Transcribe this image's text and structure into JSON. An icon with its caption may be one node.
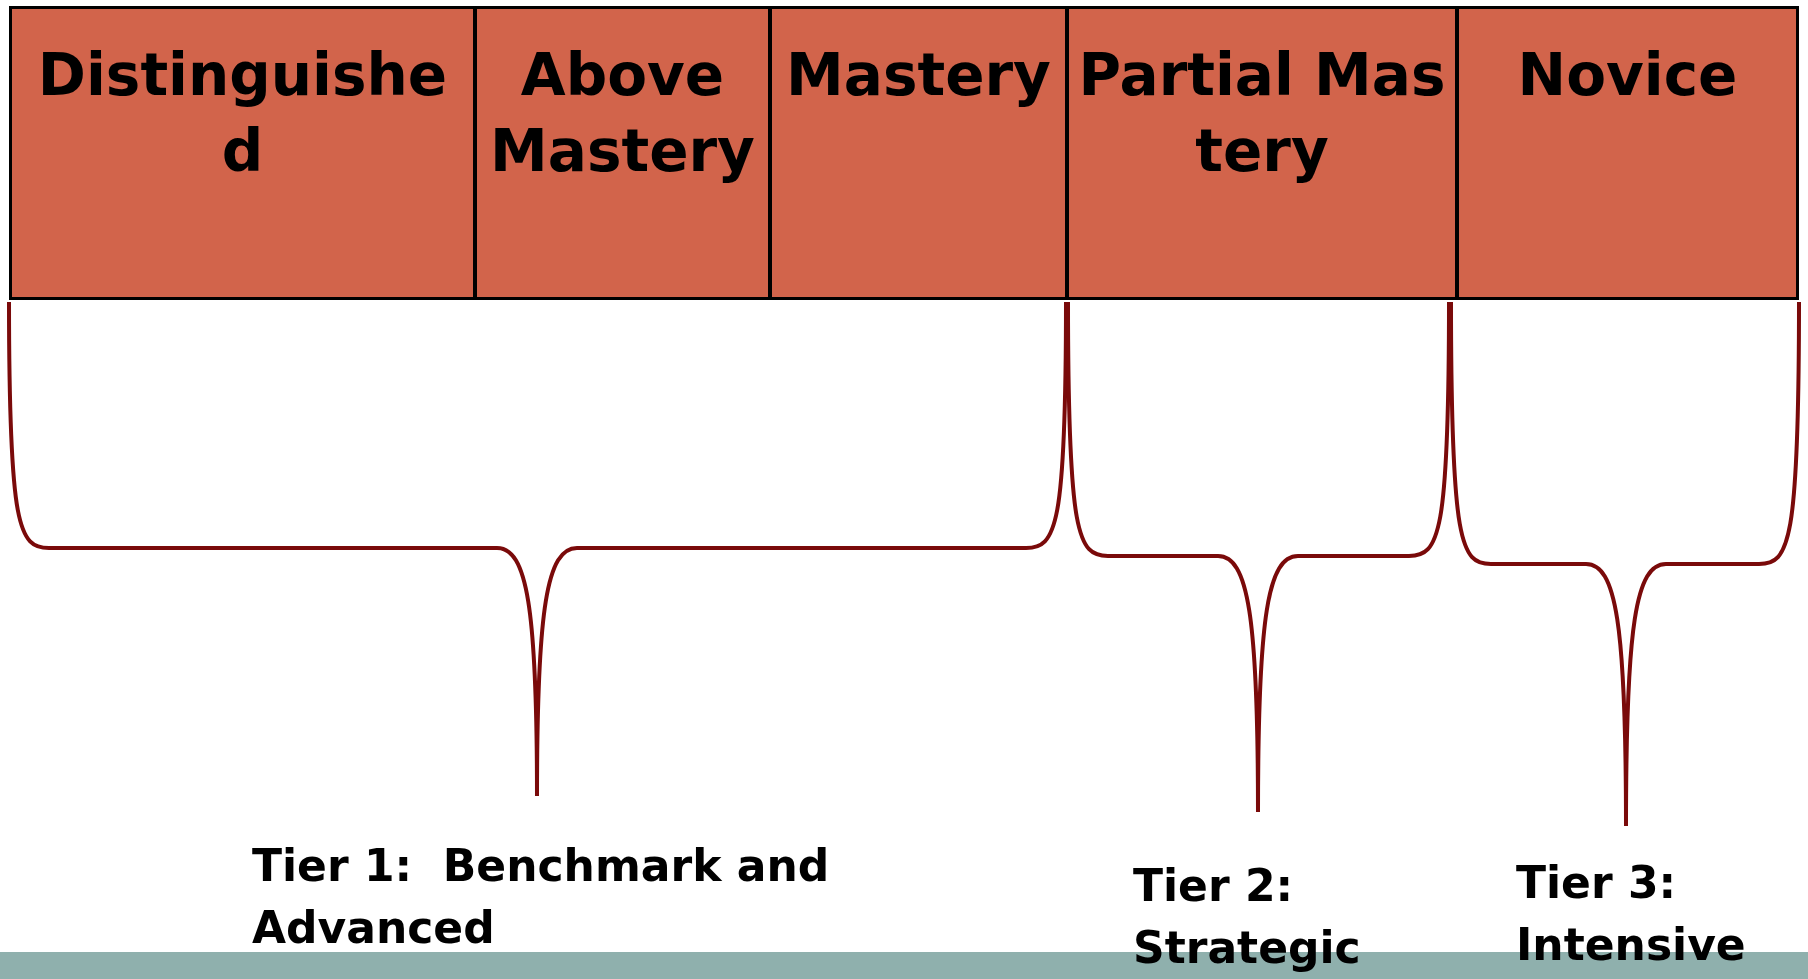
{
  "diagram": {
    "nodes": [
      {
        "text": [
          "Distinguished"
        ]
      },
      {
        "text": [
          "Above Mastery"
        ]
      },
      {
        "text": [
          "Mastery"
        ]
      },
      {
        "text": [
          "Partial Mastery"
        ]
      },
      {
        "text": [
          "Novice"
        ]
      }
    ],
    "labels": [
      "Tier 1:  Benchmark and Advanced",
      "Tier 2: Strategic",
      "Tier 3: Intensive"
    ]
  }
}
